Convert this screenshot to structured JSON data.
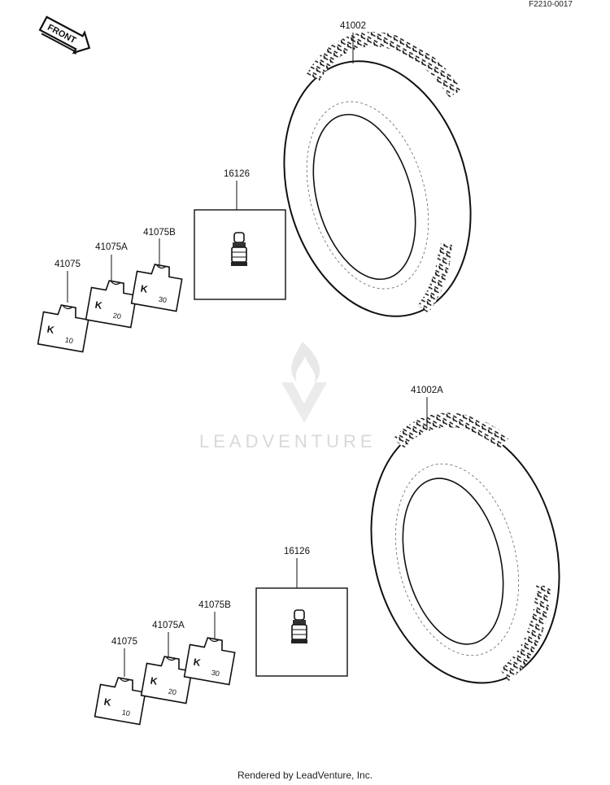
{
  "diagram_code": "F2210-0017",
  "front_arrow": {
    "label": "FRONT",
    "icon": "front-arrow-icon"
  },
  "watermark": {
    "text": "LEADVENTURE",
    "icon": "leadventure-flame-logo"
  },
  "footer": "Rendered by LeadVenture, Inc.",
  "upper_group": {
    "tire": {
      "part_no": "41002"
    },
    "valve": {
      "part_no": "16126"
    },
    "weights": [
      {
        "part_no": "41075",
        "stamp": "10"
      },
      {
        "part_no": "41075A",
        "stamp": "20"
      },
      {
        "part_no": "41075B",
        "stamp": "30"
      }
    ]
  },
  "lower_group": {
    "tire": {
      "part_no": "41002A"
    },
    "valve": {
      "part_no": "16126"
    },
    "weights": [
      {
        "part_no": "41075",
        "stamp": "10"
      },
      {
        "part_no": "41075A",
        "stamp": "20"
      },
      {
        "part_no": "41075B",
        "stamp": "30"
      }
    ]
  }
}
